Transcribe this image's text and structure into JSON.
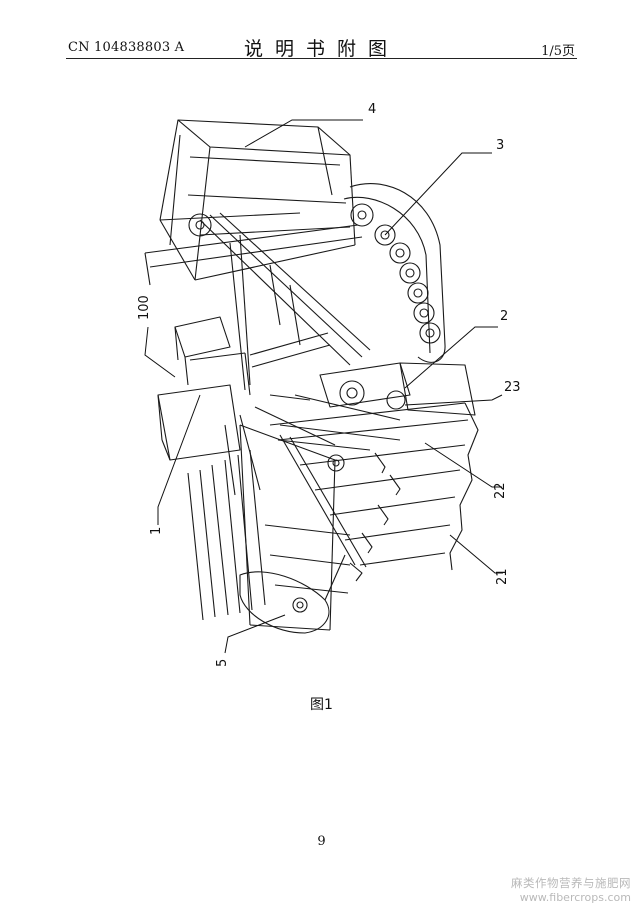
{
  "header": {
    "doc_id": "CN 104838803 A",
    "title": "说明书附图",
    "page_count": "1/5页"
  },
  "figure": {
    "callouts": [
      {
        "label": "4"
      },
      {
        "label": "3"
      },
      {
        "label": "100"
      },
      {
        "label": "2"
      },
      {
        "label": "23"
      },
      {
        "label": "22"
      },
      {
        "label": "1"
      },
      {
        "label": "21"
      },
      {
        "label": "5"
      }
    ],
    "caption": "图1"
  },
  "page_number": "9",
  "watermark": {
    "text": "麻类作物营养与施肥网",
    "url": "www.fibercrops.com"
  }
}
